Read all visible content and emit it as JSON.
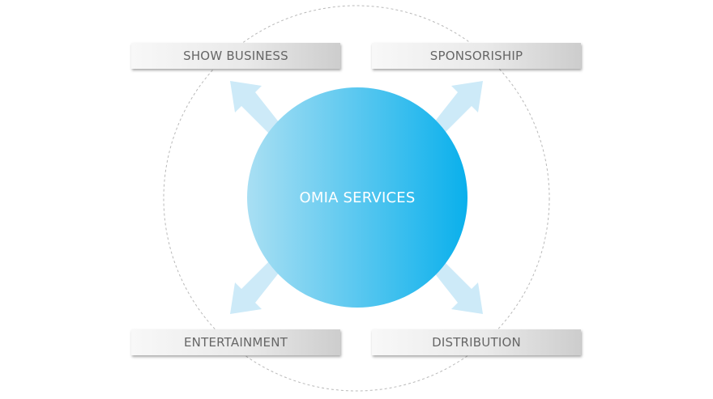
{
  "diagram": {
    "center_label": "OMIA SERVICES",
    "nodes": [
      {
        "label": "SHOW BUSINESS"
      },
      {
        "label": "SPONSORISHIP"
      },
      {
        "label": "ENTERTAINMENT"
      },
      {
        "label": "DISTRIBUTION"
      }
    ]
  },
  "colors": {
    "center_gradient_start": "#a9dff3",
    "center_gradient_end": "#0ab0ec",
    "arrow": "#cdeaf8",
    "box_text": "#666666",
    "orbit_dash": "#b9b9b9"
  }
}
